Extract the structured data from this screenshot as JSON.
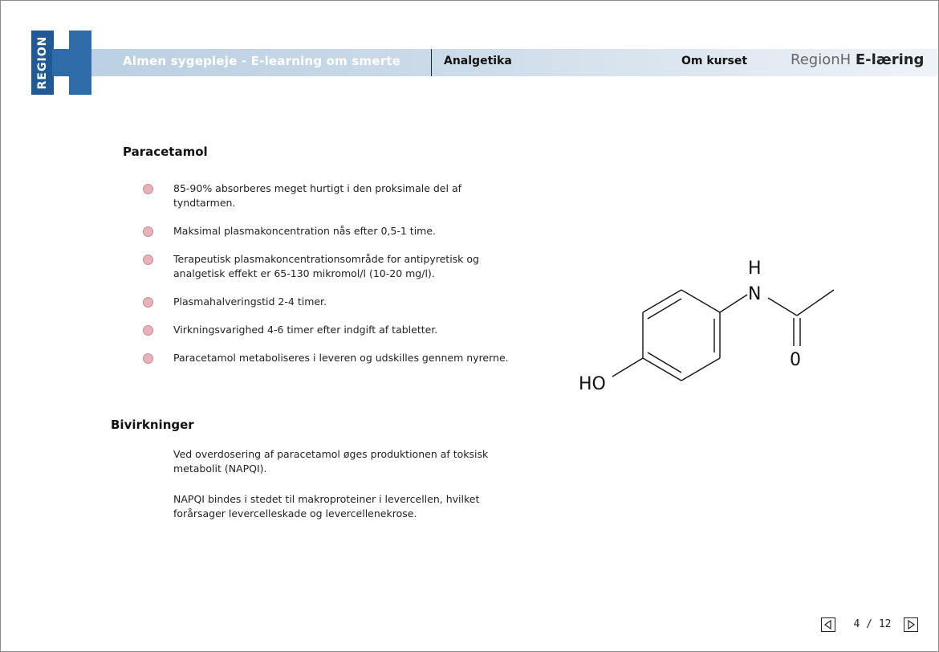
{
  "header": {
    "logo_text": "REGION",
    "course_title": "Almen sygepleje - E-learning om smerte",
    "section": "Analgetika",
    "about_link": "Om kurset",
    "brand_light": "RegionH",
    "brand_bold": "E-læring",
    "brand_color": "#2f6ca7"
  },
  "content": {
    "heading1": "Paracetamol",
    "bullets": [
      "85-90% absorberes meget hurtigt i den proksimale del af tyndtarmen.",
      "Maksimal plasmakoncentration nås efter 0,5-1 time.",
      "Terapeutisk plasmakoncentrationsområde for antipyretisk og analgetisk effekt er 65-130 mikromol/l (10-20 mg/l).",
      "Plasmahalveringstid 2-4 timer.",
      "Virkningsvarighed 4-6 timer efter indgift af tabletter.",
      "Paracetamol metaboliseres i leveren og udskilles gennem nyrerne."
    ],
    "heading2": "Bivirkninger",
    "para1": "Ved overdosering af paracetamol øges produktionen af toksisk metabolit (NAPQI).",
    "para2": "NAPQI bindes i stedet til makroproteiner i levercellen, hvilket forårsager levercelleskade og levercellenekrose."
  },
  "molecule": {
    "label_h": "H",
    "label_n": "N",
    "label_o": "0",
    "label_ho": "HO"
  },
  "pager": {
    "text": "4 / 12"
  }
}
